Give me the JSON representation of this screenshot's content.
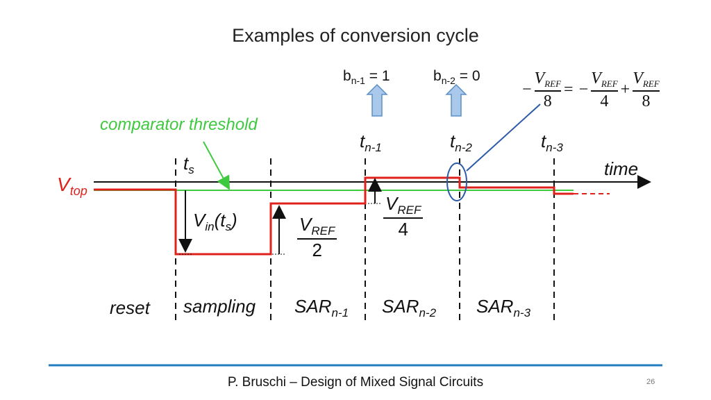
{
  "slide": {
    "title": "Examples of conversion cycle",
    "footer": "P. Bruschi – Design of Mixed Signal Circuits",
    "page_number": "26"
  },
  "bits": {
    "b1": {
      "base": "b",
      "sub": "n-1",
      "value": " = 1"
    },
    "b2": {
      "base": "b",
      "sub": "n-2",
      "value": " = 0"
    }
  },
  "equation": {
    "minus1": "−",
    "frac1_num": "V",
    "frac1_num_sub": "REF",
    "frac1_den": "8",
    "equals": "=",
    "minus2": "−",
    "frac2_num": "V",
    "frac2_num_sub": "REF",
    "frac2_den": "4",
    "plus": "+",
    "frac3_num": "V",
    "frac3_num_sub": "REF",
    "frac3_den": "8"
  },
  "labels": {
    "comparator_threshold": "comparator threshold",
    "vtop": "V",
    "vtop_sub": "top",
    "time": "time",
    "ts": "t",
    "ts_sub": "s",
    "tn1": "t",
    "tn1_sub": "n-1",
    "tn2": "t",
    "tn2_sub": "n-2",
    "tn3": "t",
    "tn3_sub": "n-3",
    "vin_a": "V",
    "vin_sub": "in",
    "vin_b": "(t",
    "vin_sub2": "s",
    "vin_c": ")",
    "vref2_num": "V",
    "vref2_sub": "REF",
    "vref2_den": "2",
    "vref4_num": "V",
    "vref4_sub": "REF",
    "vref4_den": "4"
  },
  "phases": {
    "reset": "reset",
    "sampling": "sampling",
    "sar1": "SAR",
    "sar1_sub": "n-1",
    "sar2": "SAR",
    "sar2_sub": "n-2",
    "sar3": "SAR",
    "sar3_sub": "n-3"
  },
  "colors": {
    "signal": "#e0201a",
    "threshold": "#3ec93e",
    "arrow_fill": "#a9c8ea",
    "arrow_stroke": "#5b8fc7",
    "ellipse": "#2a5aa8",
    "footer_rule": "#1f7cc0"
  }
}
